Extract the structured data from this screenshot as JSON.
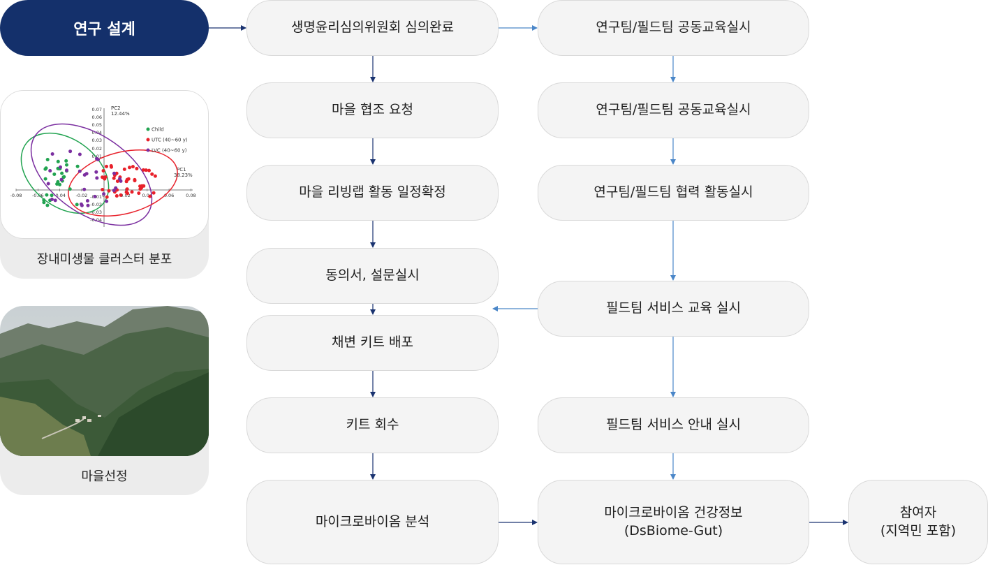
{
  "title": "연구 설계",
  "left_cards": {
    "cluster": {
      "caption": "장내미생물 클러스터 분포",
      "plot": {
        "pc2_title": "PC2",
        "pc2_pct": "12.44%",
        "pc1_title": "PC1",
        "pc1_pct": "38.23%",
        "legend": [
          "Child",
          "UTC (40~60 y)",
          "LVC (40~60 y)"
        ],
        "x_ticks": [
          "-0.08",
          "-0.06",
          "-0.04",
          "-0.02",
          "0",
          "0.02",
          "0.04",
          "0.06",
          "0.08"
        ],
        "y_ticks": [
          "0.07",
          "0.06",
          "0.05",
          "0.04",
          "0.03",
          "0.02",
          "0.01",
          "-0.01",
          "-0.02",
          "-0.03",
          "-0.04"
        ]
      }
    },
    "village": {
      "caption": "마을선정"
    }
  },
  "col1": [
    "생명윤리심의위원회 심의완료",
    "마을 협조 요청",
    "마을 리빙랩 활동 일정확정",
    "동의서, 설문실시",
    "채변 키트 배포",
    "키트 회수",
    "마이크로바이옴 분석"
  ],
  "col2": [
    "연구팀/필드팀 공동교육실시",
    "연구팀/필드팀 공동교육실시",
    "연구팀/필드팀 협력 활동실시",
    "필드팀 서비스 교육 실시",
    "필드팀 서비스 안내 실시"
  ],
  "col2_final": {
    "line1": "마이크로바이옴 건강정보",
    "line2": "(DsBiome-Gut)"
  },
  "col3": {
    "line1": "참여자",
    "line2": "(지역민 포함)"
  },
  "colors": {
    "navy": "#14306b",
    "arrow_dark": "#1a3370",
    "arrow_light": "#4a86c8",
    "red": "#e8202a",
    "green": "#21a350",
    "purple": "#7b2fa0"
  }
}
